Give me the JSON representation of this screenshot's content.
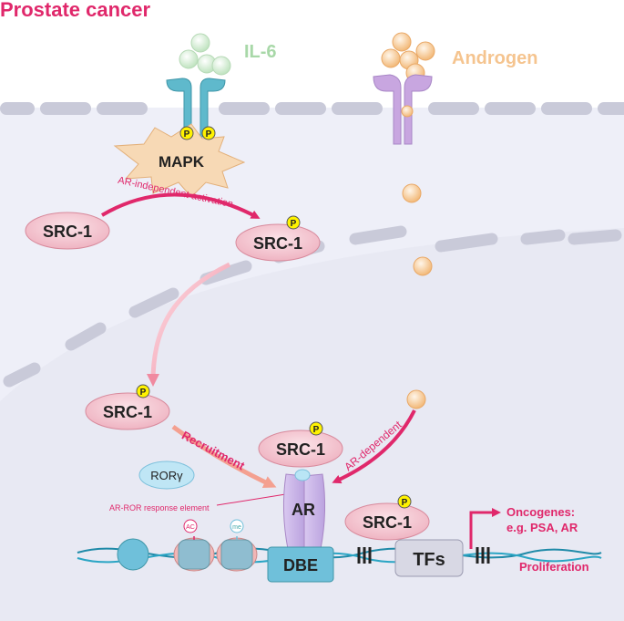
{
  "title": "Prostate cancer",
  "ligands": {
    "il6": "IL-6",
    "androgen": "Androgen"
  },
  "kinase": "MAPK",
  "phospho_mark": "P",
  "nodes": {
    "src1_inactive": "SRC-1",
    "src1_phospho": "SRC-1",
    "src1_nuclear": "SRC-1",
    "src1_ar_bound": "SRC-1",
    "src1_tf_bound": "SRC-1"
  },
  "arrows": {
    "ar_independent": "AR-independent activation",
    "recruitment": "Recruitment",
    "ar_dependent": "AR-dependent"
  },
  "ror": "RORγ",
  "ar": "AR",
  "ar_ror_element": "AR-ROR response element",
  "dbe": "DBE",
  "tfs": "TFs",
  "histone_marks": {
    "ac": "AC",
    "me": "me"
  },
  "outputs": {
    "oncogenes_line1": "Oncogenes:",
    "oncogenes_line2": "e.g. PSA, AR",
    "proliferation": "Proliferation"
  },
  "colors": {
    "accent": "#e0286b",
    "il6": "#a8d8a8",
    "androgen": "#f5c48f",
    "receptor_il6": "#5fb9cc",
    "receptor_androgen": "#c8a6e0",
    "src1_fill": "#f3c4cf",
    "cytoplasm": "#eeeff8"
  }
}
